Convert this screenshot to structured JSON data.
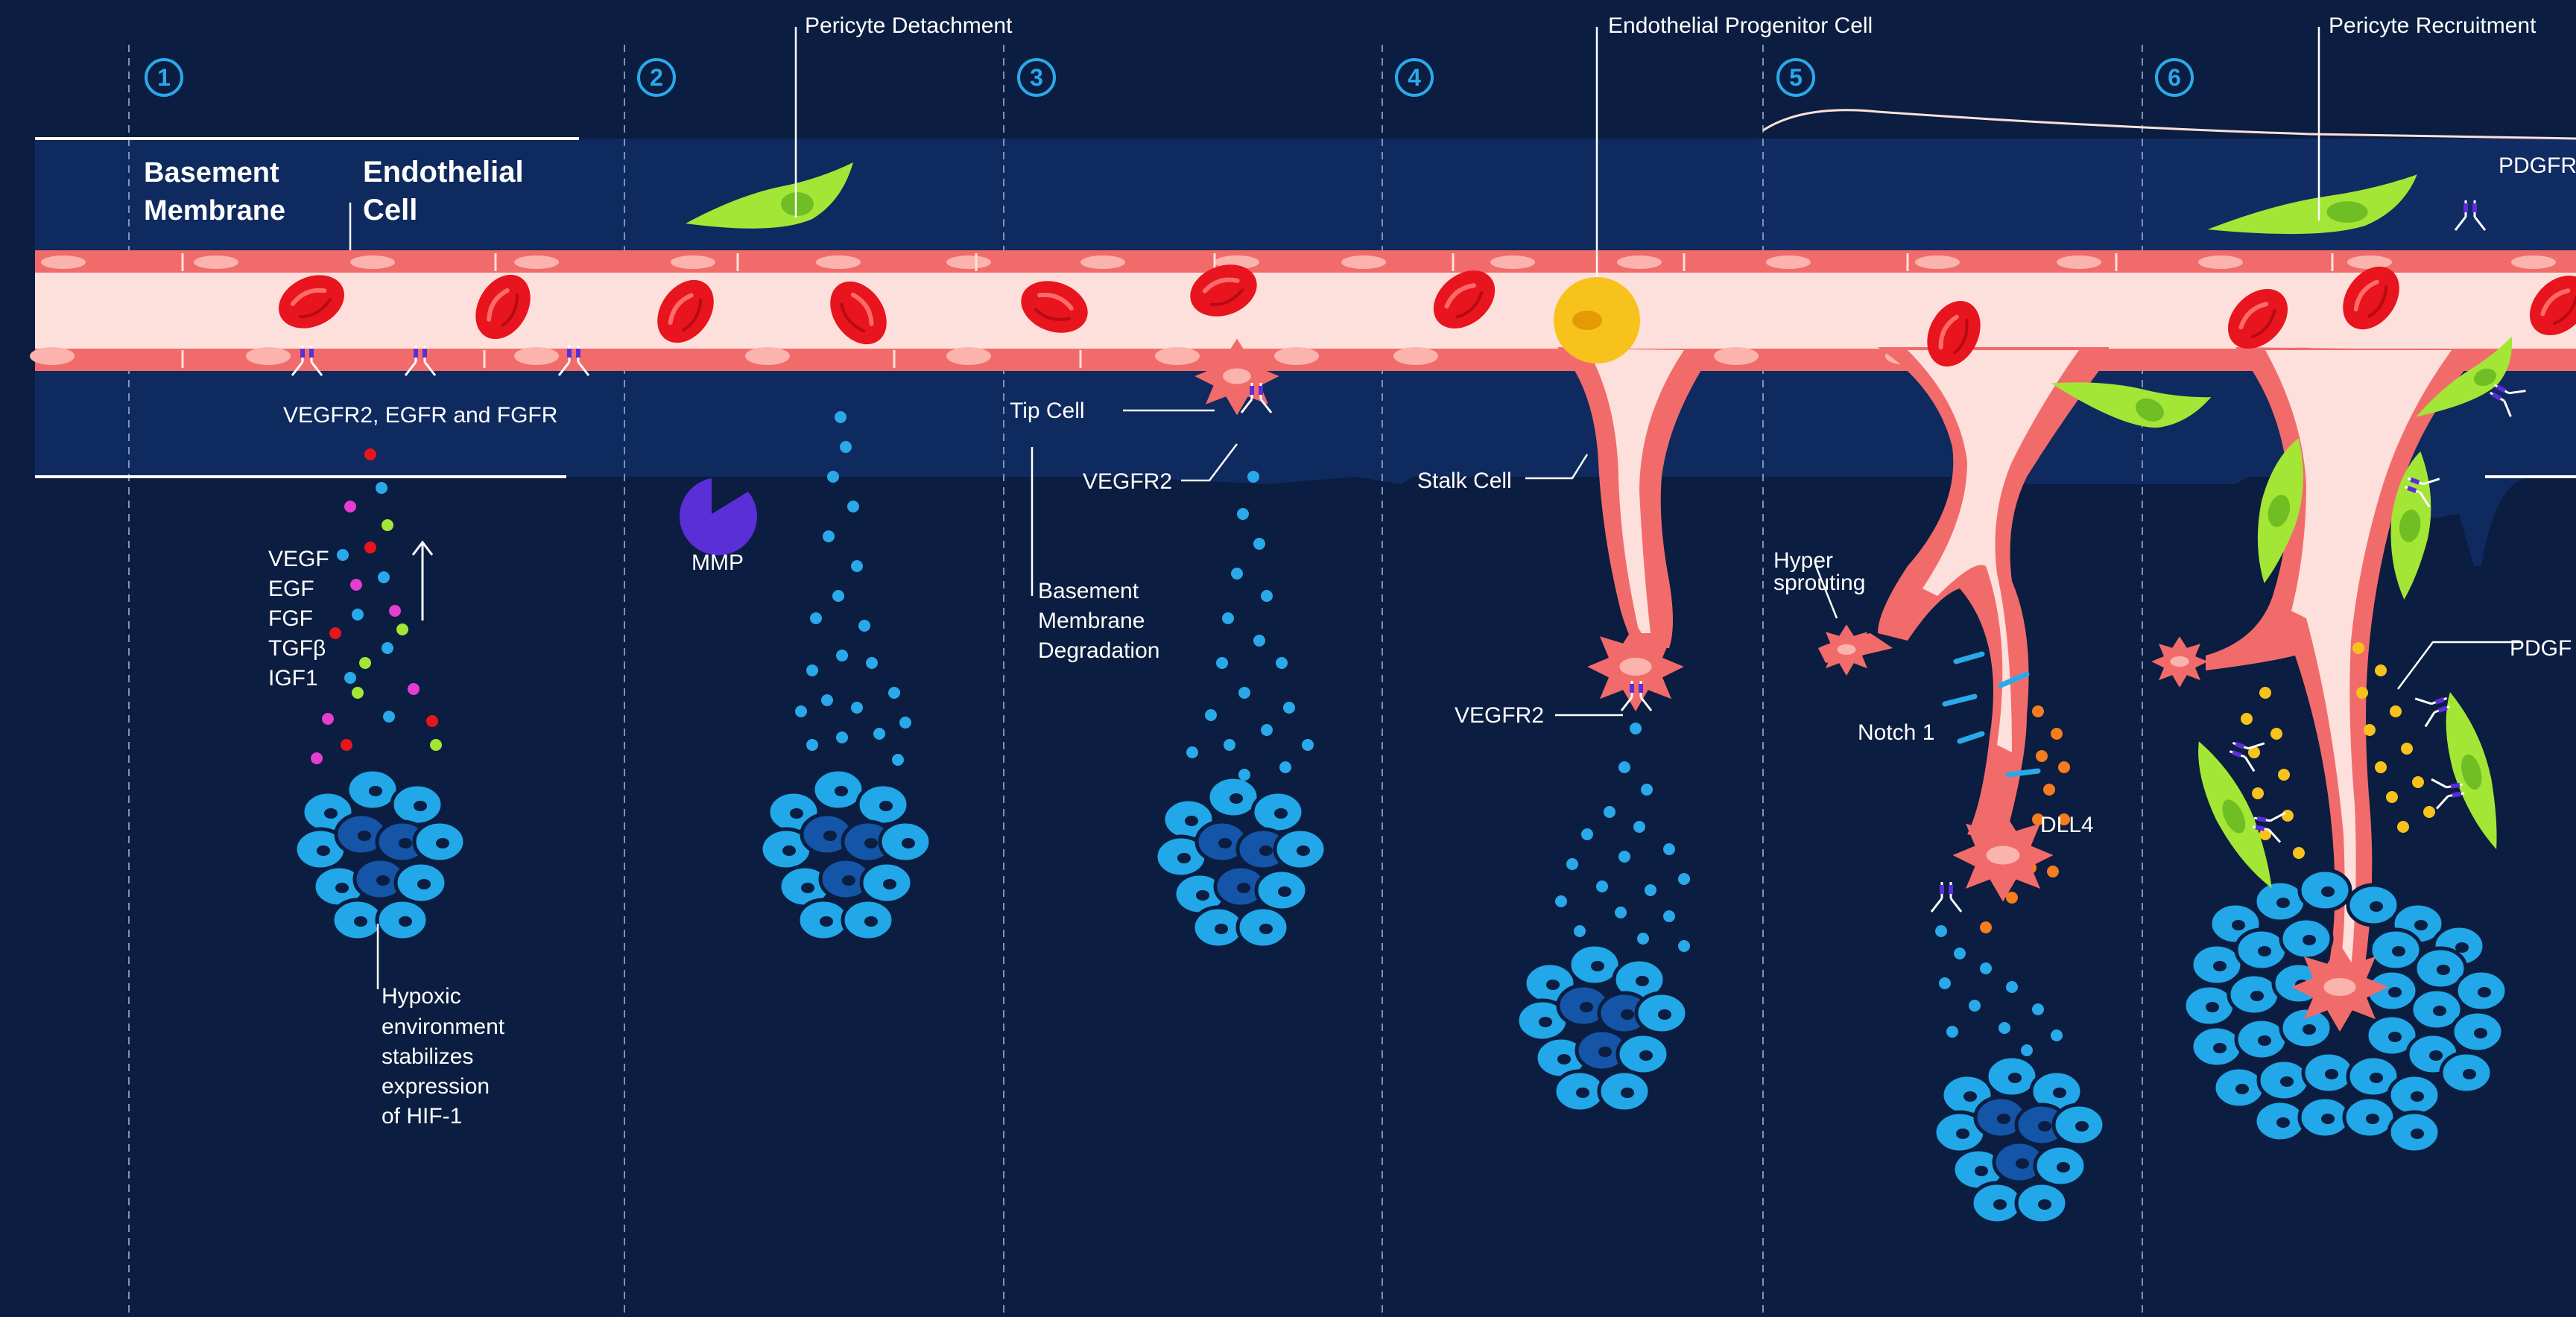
{
  "steps": [
    "1",
    "2",
    "3",
    "4",
    "5",
    "6"
  ],
  "labels": {
    "basement_membrane": [
      "Basement",
      "Membrane"
    ],
    "endothelial_cell": [
      "Endothelial",
      "Cell"
    ],
    "receptors": "VEGFR2, EGFR  and FGFR",
    "growth_factors": [
      "VEGF",
      "EGF",
      "FGF",
      "TGFβ",
      "IGF1"
    ],
    "hypoxic": [
      "Hypoxic",
      "environment",
      "stabilizes",
      "expression",
      "of HIF-1"
    ],
    "pericyte_detachment": "Pericyte Detachment",
    "mmp": "MMP",
    "tip_cell": "Tip Cell",
    "vegfr2_a": "VEGFR2",
    "basement_degradation": [
      "Basement",
      "Membrane",
      "Degradation"
    ],
    "endothelial_progenitor": "Endothelial Progenitor Cell",
    "stalk_cell": "Stalk Cell",
    "vegfr2_b": "VEGFR2",
    "hyper_sprouting": [
      "Hyper",
      "sprouting"
    ],
    "notch1": "Notch 1",
    "dll4": "DLL4",
    "pericyte_recruitment": "Pericyte Recruitment",
    "pdgfr": "PDGFR",
    "pdgf": "PDGF"
  },
  "colors": {
    "background": "#0b1d40",
    "tissue_band": "#0f2a5e",
    "vessel_wall": "#f26b6b",
    "vessel_lumen": "#fde0dc",
    "red_blood_cell": "#e8141e",
    "pericyte": "#a4e636",
    "tumor_cell": "#22a7e8",
    "tumor_core": "#1455a8",
    "vegf_dot": "#2aa9ea",
    "progenitor": "#f8c21c",
    "mmp": "#5a2fd8",
    "notch": "#2aa9ea",
    "dll4": "#f57c1f",
    "pdgf": "#f8c21c",
    "text": "#ffffff"
  }
}
